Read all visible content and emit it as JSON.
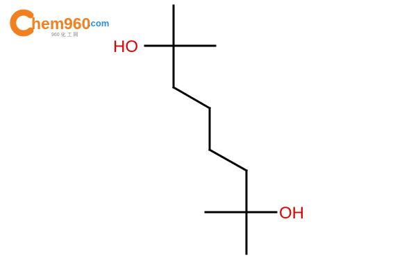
{
  "watermark": {
    "brand_c": "C",
    "brand_hem": "hem",
    "brand_960": "960",
    "brand_tld": ".com",
    "tagline": "960 化 工 网",
    "brand_color": "#f08020",
    "tld_color": "#2a8fd6"
  },
  "molecule": {
    "atoms": {
      "oh_top": "HO",
      "oh_bottom": "OH"
    },
    "bond_color": "#000000",
    "heteroatom_color": "#e00000"
  }
}
